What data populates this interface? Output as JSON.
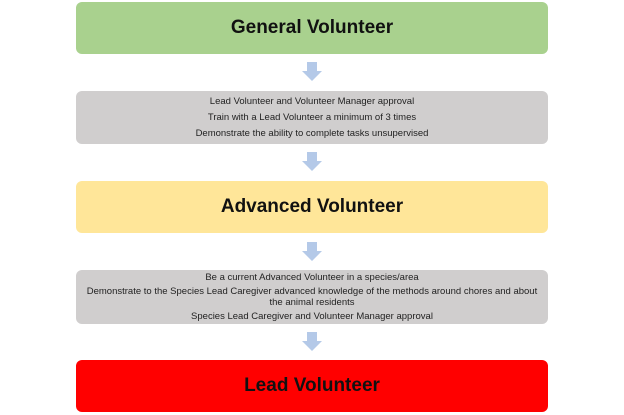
{
  "stages": [
    {
      "label": "General Volunteer",
      "color": "#a9d18e"
    },
    {
      "label": "Advanced Volunteer",
      "color": "#ffe699"
    },
    {
      "label": "Lead Volunteer",
      "color": "#ff0000"
    }
  ],
  "requirements": [
    {
      "items": [
        "Lead Volunteer and Volunteer Manager approval",
        "Train with a Lead Volunteer a minimum of 3 times",
        "Demonstrate the ability to complete tasks unsupervised"
      ]
    },
    {
      "items": [
        "Be a current Advanced Volunteer in a species/area",
        "Demonstrate to the Species Lead Caregiver advanced knowledge of the methods around chores and about the animal residents",
        "Species Lead Caregiver and Volunteer Manager approval"
      ]
    }
  ],
  "arrow_color": "#b4c9e8"
}
